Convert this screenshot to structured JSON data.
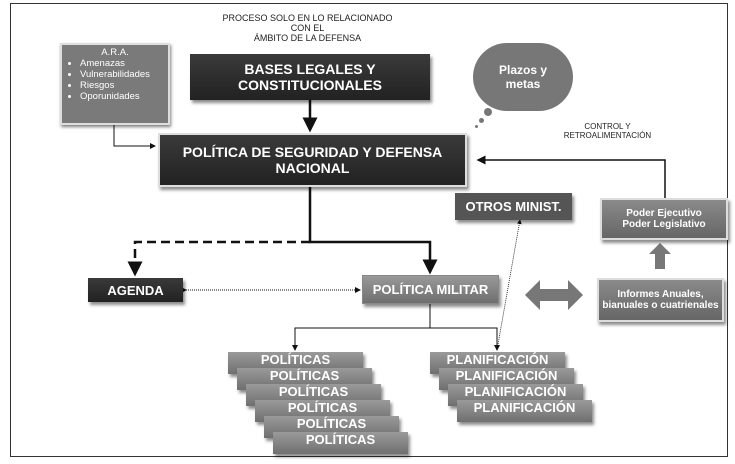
{
  "header": {
    "line1": "PROCESO SOLO EN LO RELACIONADO CON EL",
    "line2": "ÁMBITO DE LA DEFENSA"
  },
  "ara": {
    "title": "A.R.A.",
    "items": [
      "Amenazas",
      "Vulnerabilidades",
      "Riesgos",
      "Oporunidades"
    ]
  },
  "bases": {
    "line1": "BASES LEGALES Y",
    "line2": "CONSTITUCIONALES"
  },
  "cloud": {
    "line1": "Plazos y",
    "line2": "metas"
  },
  "control": {
    "line1": "CONTROL Y",
    "line2": "RETROALIMENTACIÓN"
  },
  "psdn": {
    "line1": "POLÍTICA DE SEGURIDAD Y DEFENSA",
    "line2": "NACIONAL"
  },
  "otros": "OTROS MINIST.",
  "poder": {
    "line1": "Poder Ejecutivo",
    "line2": "Poder Legislativo"
  },
  "informes": {
    "line1": "Informes Anuales,",
    "line2": "bianuales o cuatrienales"
  },
  "agenda": "AGENDA",
  "militar": "POLÍTICA MILITAR",
  "politicas": [
    "POLÍTICAS",
    "POLÍTICAS",
    "POLÍTICAS",
    "POLÍTICAS",
    "POLÍTICAS",
    "POLÍTICAS"
  ],
  "planificacion": [
    "PLANIFICACIÓN",
    "PLANIFICACIÓN",
    "PLANIFICACIÓN",
    "PLANIFICACIÓN"
  ]
}
